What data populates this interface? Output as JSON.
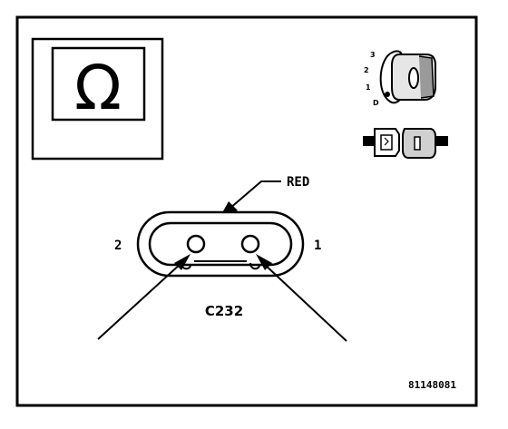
{
  "diagram": {
    "wire_color_label": "RED",
    "connector_name": "C232",
    "pin_left_label": "2",
    "pin_right_label": "1",
    "figure_code": "81148081",
    "meter_symbol": "Ω",
    "switch_positions": [
      "3",
      "2",
      "1",
      "D"
    ]
  },
  "colors": {
    "ink": "#000000",
    "paper": "#ffffff",
    "shade": "#9a9a9a"
  },
  "icons": {
    "meter": "ohmmeter-icon",
    "switch": "ignition-switch-icon",
    "connector": "connector-pair-icon"
  }
}
